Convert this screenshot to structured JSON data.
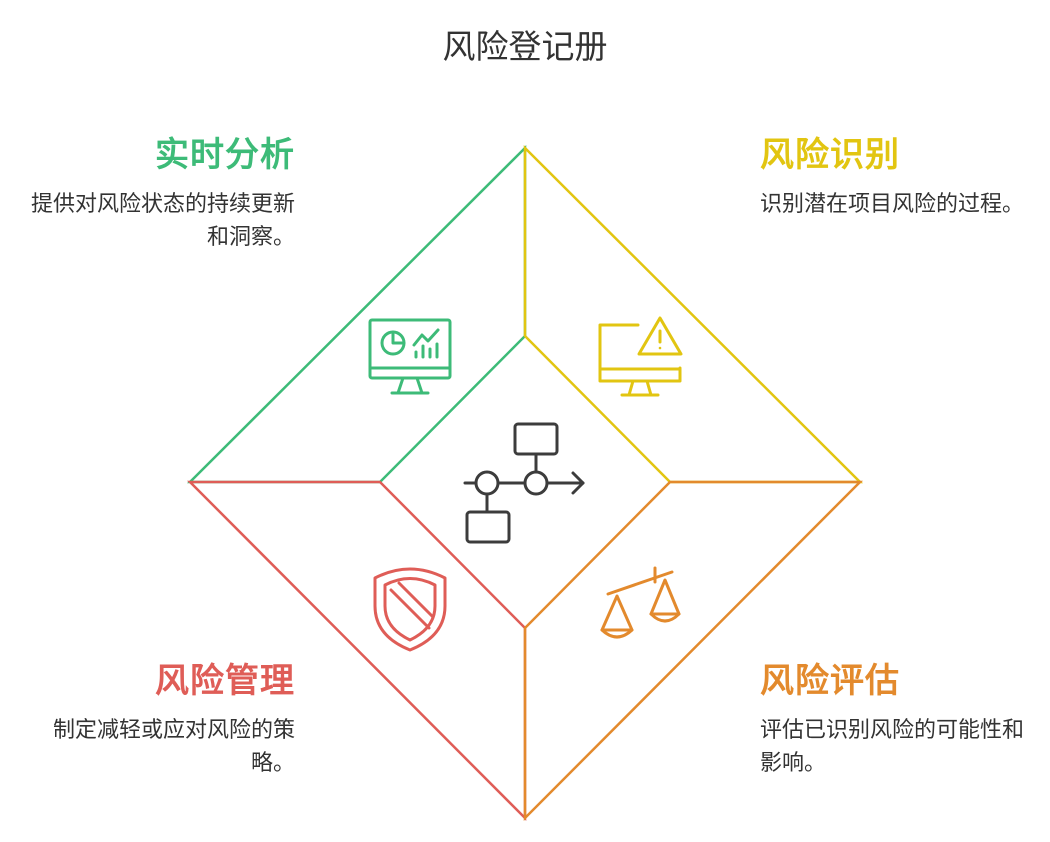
{
  "title": "风险登记册",
  "colors": {
    "green": "#3dbb78",
    "yellow": "#e2c511",
    "red": "#df5d57",
    "orange": "#e38a2d",
    "gray": "#3c3c3c"
  },
  "sections": {
    "top_left": {
      "heading": "实时分析",
      "description": "提供对风险状态的持续更新和洞察。",
      "icon": "monitor-analytics-icon"
    },
    "top_right": {
      "heading": "风险识别",
      "description": "识别潜在项目风险的过程。",
      "icon": "monitor-warning-icon"
    },
    "bottom_left": {
      "heading": "风险管理",
      "description": "制定减轻或应对风险的策略。",
      "icon": "shield-blocked-icon"
    },
    "bottom_right": {
      "heading": "风险评估",
      "description": "评估已识别风险的可能性和影响。",
      "icon": "balance-scale-icon"
    },
    "center": {
      "icon": "process-flow-icon"
    }
  }
}
